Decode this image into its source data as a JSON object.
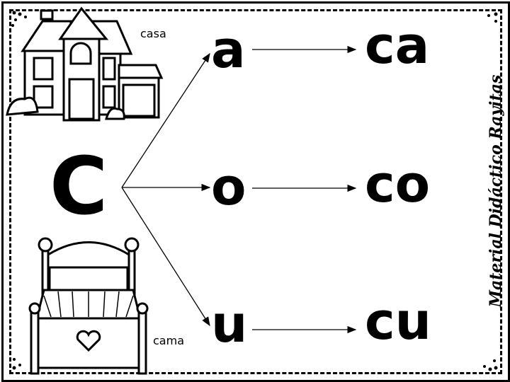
{
  "root_letter": "C",
  "vowels": [
    "a",
    "o",
    "u"
  ],
  "syllables": [
    "ca",
    "co",
    "cu"
  ],
  "picture_labels": {
    "house": "casa",
    "bed": "cama"
  },
  "side_text": "Material Didáctico Rayitas"
}
